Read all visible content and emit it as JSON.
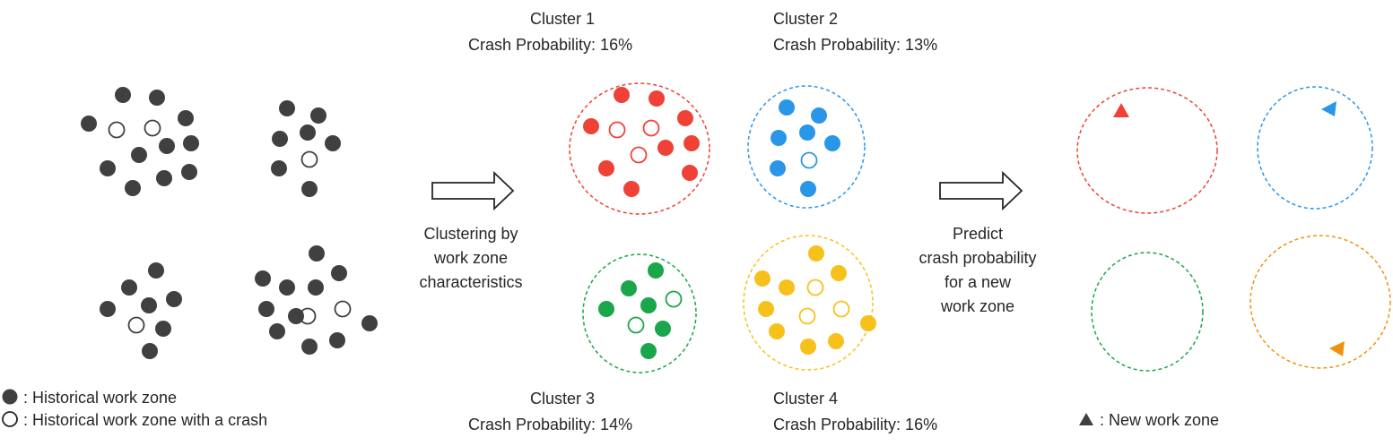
{
  "colors": {
    "historical": "#404040",
    "cluster_1": "#ef4136",
    "cluster_2": "#2a96e8",
    "cluster_3": "#1aa64a",
    "cluster_4": "#f7c11b",
    "new_zone_4": "#f0920f"
  },
  "clusters": [
    {
      "name": "Cluster 1",
      "probability": "Crash Probability: 16%",
      "color": "#ef4136"
    },
    {
      "name": "Cluster 2",
      "probability": "Crash Probability: 13%",
      "color": "#2a96e8"
    },
    {
      "name": "Cluster 3",
      "probability": "Crash Probability: 14%",
      "color": "#1aa64a"
    },
    {
      "name": "Cluster 4",
      "probability": "Crash Probability: 16%",
      "color": "#f7c11b"
    }
  ],
  "step_1": {
    "line1": "Clustering by",
    "line2": "work zone",
    "line3": "characteristics"
  },
  "step_2": {
    "line1": "Predict",
    "line2": "crash probability",
    "line3": "for a new",
    "line4": "work zone"
  },
  "legend": {
    "historical": ": Historical work zone",
    "historical_crash": ": Historical work zone with a crash",
    "new_zone": ": New work zone"
  }
}
